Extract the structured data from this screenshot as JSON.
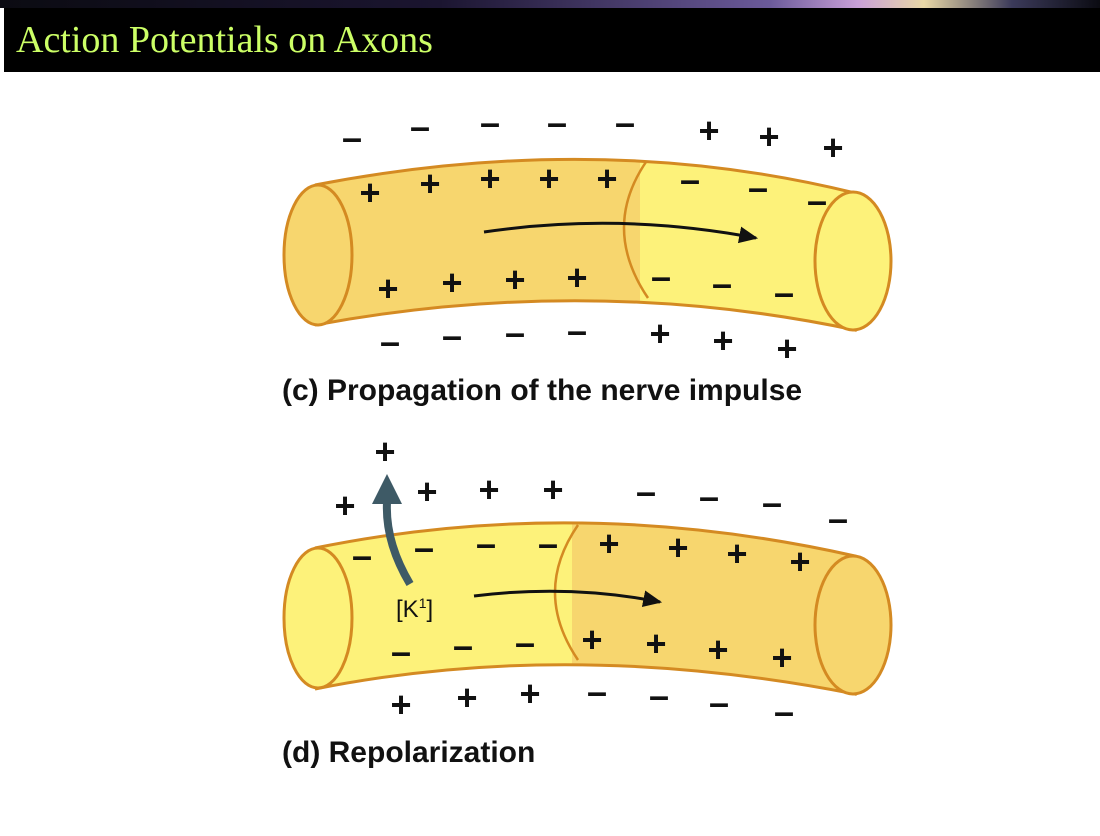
{
  "slide": {
    "title": "Action Potentials on Axons",
    "title_color": "#ccff66"
  },
  "colors": {
    "axon_light": "#fdf27a",
    "axon_dark": "#f7d66e",
    "axon_outline": "#d48a22",
    "ion_arrow": "#3e5a66"
  },
  "panel_c": {
    "caption": "(c) Propagation of the nerve impulse",
    "outside_top": [
      "–",
      "–",
      "–",
      "–",
      "–",
      "+",
      "+",
      "+"
    ],
    "inside_top": [
      "+",
      "+",
      "+",
      "+",
      "+",
      "–",
      "–",
      "–"
    ],
    "inside_bottom": [
      "+",
      "+",
      "+",
      "+",
      "–",
      "–",
      "–"
    ],
    "outside_bottom": [
      "–",
      "–",
      "–",
      "–",
      "+",
      "+",
      "+"
    ]
  },
  "panel_d": {
    "caption": "(d) Repolarization",
    "efflux_sign": "+",
    "ion_label": "[K",
    "ion_sup": "1",
    "ion_close": "]",
    "outside_top": [
      "+",
      "+",
      "+",
      "+",
      "–",
      "–",
      "–",
      "–"
    ],
    "inside_top": [
      "–",
      "–",
      "–",
      "–",
      "+",
      "+",
      "+",
      "+"
    ],
    "inside_bottom": [
      "–",
      "–",
      "–",
      "+",
      "+",
      "+",
      "+"
    ],
    "outside_bottom": [
      "+",
      "+",
      "+",
      "–",
      "–",
      "–",
      "–"
    ]
  }
}
